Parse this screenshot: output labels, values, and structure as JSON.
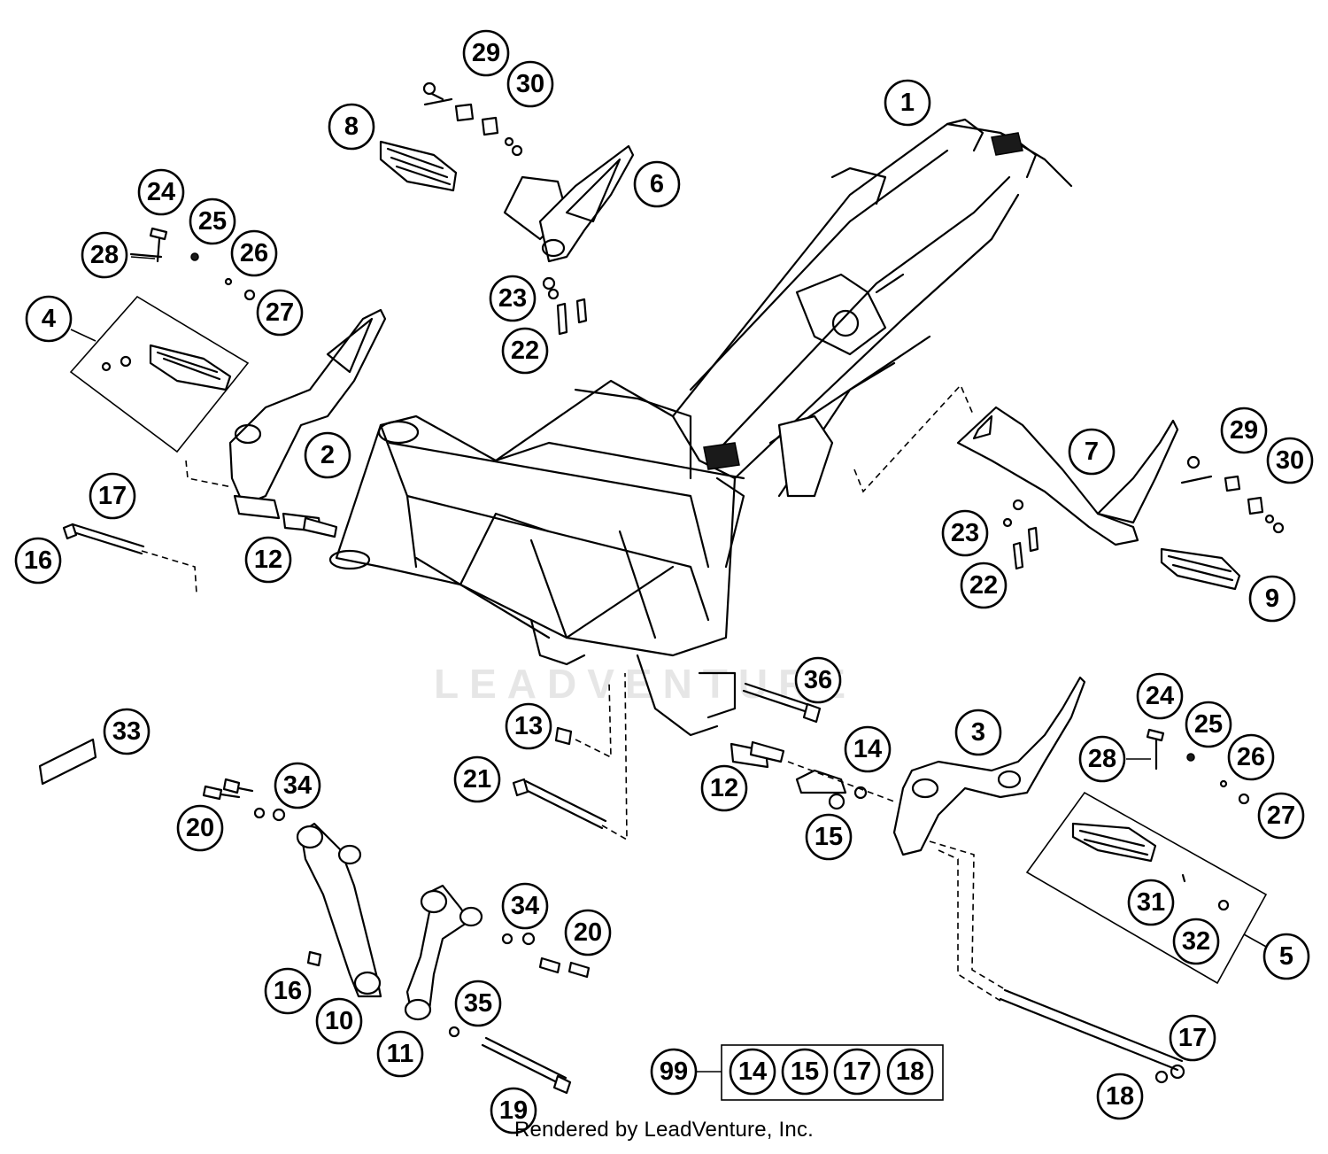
{
  "callouts": [
    "1",
    "2",
    "3",
    "4",
    "5",
    "6",
    "7",
    "8",
    "9",
    "10",
    "11",
    "12",
    "12",
    "13",
    "14",
    "15",
    "16",
    "16",
    "17",
    "17",
    "18",
    "19",
    "20",
    "20",
    "21",
    "22",
    "22",
    "23",
    "23",
    "24",
    "24",
    "25",
    "25",
    "26",
    "26",
    "27",
    "27",
    "28",
    "28",
    "29",
    "29",
    "30",
    "30",
    "31",
    "32",
    "33",
    "34",
    "34",
    "35",
    "36",
    "99"
  ],
  "kit_box_items": [
    "14",
    "15",
    "17",
    "18"
  ],
  "watermark_text": "LEADVENTURE",
  "footer_text": "Rendered by LeadVenture, Inc."
}
